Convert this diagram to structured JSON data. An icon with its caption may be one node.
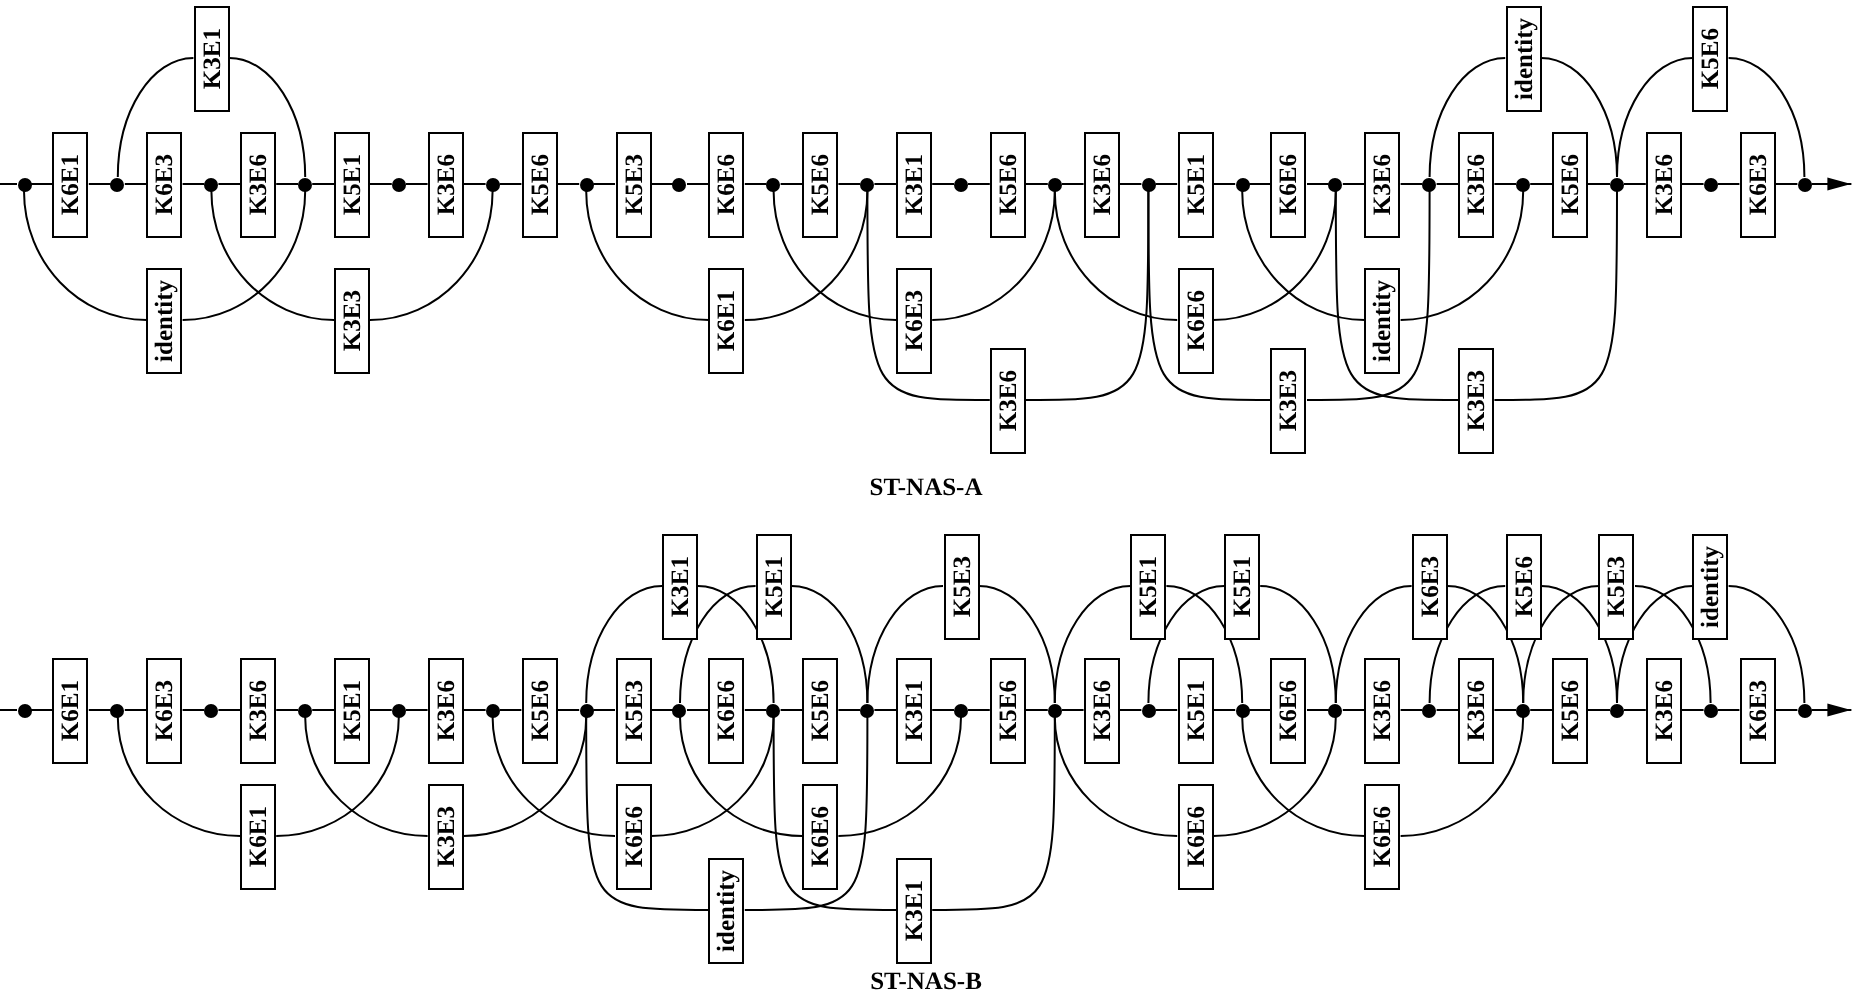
{
  "diagram": {
    "nodes": [
      {
        "text": [
          "K3E1"
        ]
      },
      {
        "text": [
          "identity"
        ]
      },
      {
        "text": [
          "K5E6"
        ]
      },
      {
        "text": [],
        "shape": "circle"
      },
      {
        "text": [
          "K6E1"
        ]
      },
      {
        "text": [],
        "shape": "circle"
      },
      {
        "text": [
          "K6E3"
        ]
      },
      {
        "text": [],
        "shape": "circle"
      },
      {
        "text": [
          "K3E6"
        ]
      },
      {
        "text": [],
        "shape": "circle"
      },
      {
        "text": [
          "K5E1"
        ]
      },
      {
        "text": [],
        "shape": "circle"
      },
      {
        "text": [
          "K3E6"
        ]
      },
      {
        "text": [],
        "shape": "circle"
      },
      {
        "text": [
          "K5E6"
        ]
      },
      {
        "text": [],
        "shape": "circle"
      },
      {
        "text": [
          "K5E3"
        ]
      },
      {
        "text": [],
        "shape": "circle"
      },
      {
        "text": [
          "K6E6"
        ]
      },
      {
        "text": [],
        "shape": "circle"
      },
      {
        "text": [
          "K5E6"
        ]
      },
      {
        "text": [],
        "shape": "circle"
      },
      {
        "text": [
          "K3E1"
        ]
      },
      {
        "text": [],
        "shape": "circle"
      },
      {
        "text": [
          "K5E6"
        ]
      },
      {
        "text": [],
        "shape": "circle"
      },
      {
        "text": [
          "K3E6"
        ]
      },
      {
        "text": [],
        "shape": "circle"
      },
      {
        "text": [
          "K5E1"
        ]
      },
      {
        "text": [],
        "shape": "circle"
      },
      {
        "text": [
          "K6E6"
        ]
      },
      {
        "text": [],
        "shape": "circle"
      },
      {
        "text": [
          "K3E6"
        ]
      },
      {
        "text": [],
        "shape": "circle"
      },
      {
        "text": [
          "K3E6"
        ]
      },
      {
        "text": [],
        "shape": "circle"
      },
      {
        "text": [
          "K5E6"
        ]
      },
      {
        "text": [],
        "shape": "circle"
      },
      {
        "text": [
          "K3E6"
        ]
      },
      {
        "text": [],
        "shape": "circle"
      },
      {
        "text": [
          "K6E3"
        ]
      },
      {
        "text": [],
        "shape": "circle"
      },
      {
        "text": [
          "identity"
        ]
      },
      {
        "text": [
          "K3E3"
        ]
      },
      {
        "text": [
          "K6E1"
        ]
      },
      {
        "text": [
          "K6E3"
        ]
      },
      {
        "text": [
          "K3E6"
        ]
      },
      {
        "text": [
          "K6E6"
        ]
      },
      {
        "text": [
          "K3E3"
        ]
      },
      {
        "text": [
          "identity"
        ]
      },
      {
        "text": [
          "K3E3"
        ]
      },
      {
        "text": [
          "K3E1"
        ]
      },
      {
        "text": [
          "K5E1"
        ]
      },
      {
        "text": [
          "K5E3"
        ]
      },
      {
        "text": [
          "K5E1"
        ]
      },
      {
        "text": [
          "K5E1"
        ]
      },
      {
        "text": [
          "K6E3"
        ]
      },
      {
        "text": [
          "K5E6"
        ]
      },
      {
        "text": [
          "K5E3"
        ]
      },
      {
        "text": [
          "identity"
        ]
      },
      {
        "text": [],
        "shape": "circle"
      },
      {
        "text": [
          "K6E1"
        ]
      },
      {
        "text": [],
        "shape": "circle"
      },
      {
        "text": [
          "K6E3"
        ]
      },
      {
        "text": [],
        "shape": "circle"
      },
      {
        "text": [
          "K3E6"
        ]
      },
      {
        "text": [],
        "shape": "circle"
      },
      {
        "text": [
          "K5E1"
        ]
      },
      {
        "text": [],
        "shape": "circle"
      },
      {
        "text": [
          "K3E6"
        ]
      },
      {
        "text": [],
        "shape": "circle"
      },
      {
        "text": [
          "K5E6"
        ]
      },
      {
        "text": [],
        "shape": "circle"
      },
      {
        "text": [
          "K5E3"
        ]
      },
      {
        "text": [],
        "shape": "circle"
      },
      {
        "text": [
          "K6E6"
        ]
      },
      {
        "text": [],
        "shape": "circle"
      },
      {
        "text": [
          "K5E6"
        ]
      },
      {
        "text": [],
        "shape": "circle"
      },
      {
        "text": [
          "K3E1"
        ]
      },
      {
        "text": [],
        "shape": "circle"
      },
      {
        "text": [
          "K5E6"
        ]
      },
      {
        "text": [],
        "shape": "circle"
      },
      {
        "text": [
          "K3E6"
        ]
      },
      {
        "text": [],
        "shape": "circle"
      },
      {
        "text": [
          "K5E1"
        ]
      },
      {
        "text": [],
        "shape": "circle"
      },
      {
        "text": [
          "K6E6"
        ]
      },
      {
        "text": [],
        "shape": "circle"
      },
      {
        "text": [
          "K3E6"
        ]
      },
      {
        "text": [],
        "shape": "circle"
      },
      {
        "text": [
          "K3E6"
        ]
      },
      {
        "text": [],
        "shape": "circle"
      },
      {
        "text": [
          "K5E6"
        ]
      },
      {
        "text": [],
        "shape": "circle"
      },
      {
        "text": [
          "K3E6"
        ]
      },
      {
        "text": [],
        "shape": "circle"
      },
      {
        "text": [
          "K6E3"
        ]
      },
      {
        "text": [],
        "shape": "circle"
      },
      {
        "text": [
          "K6E1"
        ]
      },
      {
        "text": [
          "K3E3"
        ]
      },
      {
        "text": [
          "K6E6"
        ]
      },
      {
        "text": [
          "identity"
        ]
      },
      {
        "text": [
          "K6E6"
        ]
      },
      {
        "text": [
          "K3E1"
        ]
      },
      {
        "text": [
          "K6E6"
        ]
      },
      {
        "text": [
          "K6E6"
        ]
      }
    ],
    "edges": [
      {
        "from": null,
        "to": 3,
        "arrow": "none"
      },
      {
        "from": 3,
        "to": 4,
        "arrow": "none"
      },
      {
        "from": 4,
        "to": 5,
        "arrow": "none"
      },
      {
        "from": 5,
        "to": 6,
        "arrow": "none"
      },
      {
        "from": 6,
        "to": 7,
        "arrow": "none"
      },
      {
        "from": 7,
        "to": 8,
        "arrow": "none"
      },
      {
        "from": 8,
        "to": 9,
        "arrow": "none"
      },
      {
        "from": 9,
        "to": 10,
        "arrow": "none"
      },
      {
        "from": 10,
        "to": 11,
        "arrow": "none"
      },
      {
        "from": 11,
        "to": 12,
        "arrow": "none"
      },
      {
        "from": 12,
        "to": 13,
        "arrow": "none"
      },
      {
        "from": 13,
        "to": 14,
        "arrow": "none"
      },
      {
        "from": 14,
        "to": 15,
        "arrow": "none"
      },
      {
        "from": 15,
        "to": 16,
        "arrow": "none"
      },
      {
        "from": 16,
        "to": 17,
        "arrow": "none"
      },
      {
        "from": 17,
        "to": 18,
        "arrow": "none"
      },
      {
        "from": 18,
        "to": 19,
        "arrow": "none"
      },
      {
        "from": 19,
        "to": 20,
        "arrow": "none"
      },
      {
        "from": 20,
        "to": 21,
        "arrow": "none"
      },
      {
        "from": 21,
        "to": 22,
        "arrow": "none"
      },
      {
        "from": 22,
        "to": 23,
        "arrow": "none"
      },
      {
        "from": 23,
        "to": 24,
        "arrow": "none"
      },
      {
        "from": 24,
        "to": 25,
        "arrow": "none"
      },
      {
        "from": 25,
        "to": 26,
        "arrow": "none"
      },
      {
        "from": 26,
        "to": 27,
        "arrow": "none"
      },
      {
        "from": 27,
        "to": 28,
        "arrow": "none"
      },
      {
        "from": 28,
        "to": 29,
        "arrow": "none"
      },
      {
        "from": 29,
        "to": 30,
        "arrow": "none"
      },
      {
        "from": 30,
        "to": 31,
        "arrow": "none"
      },
      {
        "from": 31,
        "to": 32,
        "arrow": "none"
      },
      {
        "from": 32,
        "to": 33,
        "arrow": "none"
      },
      {
        "from": 33,
        "to": 34,
        "arrow": "none"
      },
      {
        "from": 34,
        "to": 35,
        "arrow": "none"
      },
      {
        "from": 35,
        "to": 36,
        "arrow": "none"
      },
      {
        "from": 36,
        "to": 37,
        "arrow": "none"
      },
      {
        "from": 37,
        "to": 38,
        "arrow": "none"
      },
      {
        "from": 38,
        "to": 39,
        "arrow": "none"
      },
      {
        "from": 39,
        "to": 40,
        "arrow": "none"
      },
      {
        "from": 40,
        "to": 41,
        "arrow": "none"
      },
      {
        "from": 5,
        "to": 0,
        "arrow": "none"
      },
      {
        "from": 0,
        "to": 9,
        "arrow": "none"
      },
      {
        "from": 33,
        "to": 1,
        "arrow": "none"
      },
      {
        "from": 1,
        "to": 37,
        "arrow": "none"
      },
      {
        "from": 37,
        "to": 2,
        "arrow": "none"
      },
      {
        "from": 2,
        "to": 41,
        "arrow": "none"
      },
      {
        "from": 3,
        "to": 42,
        "arrow": "none"
      },
      {
        "from": 42,
        "to": 9,
        "arrow": "none"
      },
      {
        "from": 7,
        "to": 43,
        "arrow": "none"
      },
      {
        "from": 43,
        "to": 13,
        "arrow": "none"
      },
      {
        "from": 15,
        "to": 44,
        "arrow": "none"
      },
      {
        "from": 44,
        "to": 21,
        "arrow": "none"
      },
      {
        "from": 19,
        "to": 45,
        "arrow": "none"
      },
      {
        "from": 45,
        "to": 25,
        "arrow": "none"
      },
      {
        "from": 21,
        "to": 46,
        "arrow": "none"
      },
      {
        "from": 46,
        "to": 27,
        "arrow": "none"
      },
      {
        "from": 25,
        "to": 47,
        "arrow": "none"
      },
      {
        "from": 47,
        "to": 31,
        "arrow": "none"
      },
      {
        "from": 27,
        "to": 48,
        "arrow": "none"
      },
      {
        "from": 48,
        "to": 33,
        "arrow": "none"
      },
      {
        "from": 29,
        "to": 49,
        "arrow": "none"
      },
      {
        "from": 49,
        "to": 35,
        "arrow": "none"
      },
      {
        "from": 31,
        "to": 50,
        "arrow": "none"
      },
      {
        "from": 50,
        "to": 37,
        "arrow": "none"
      },
      {
        "from": 41,
        "to": null,
        "arrow": "to"
      },
      {
        "from": null,
        "to": 60,
        "arrow": "none"
      },
      {
        "from": 60,
        "to": 61,
        "arrow": "none"
      },
      {
        "from": 61,
        "to": 62,
        "arrow": "none"
      },
      {
        "from": 62,
        "to": 63,
        "arrow": "none"
      },
      {
        "from": 63,
        "to": 64,
        "arrow": "none"
      },
      {
        "from": 64,
        "to": 65,
        "arrow": "none"
      },
      {
        "from": 65,
        "to": 66,
        "arrow": "none"
      },
      {
        "from": 66,
        "to": 67,
        "arrow": "none"
      },
      {
        "from": 67,
        "to": 68,
        "arrow": "none"
      },
      {
        "from": 68,
        "to": 69,
        "arrow": "none"
      },
      {
        "from": 69,
        "to": 70,
        "arrow": "none"
      },
      {
        "from": 70,
        "to": 71,
        "arrow": "none"
      },
      {
        "from": 71,
        "to": 72,
        "arrow": "none"
      },
      {
        "from": 72,
        "to": 73,
        "arrow": "none"
      },
      {
        "from": 73,
        "to": 74,
        "arrow": "none"
      },
      {
        "from": 74,
        "to": 75,
        "arrow": "none"
      },
      {
        "from": 75,
        "to": 76,
        "arrow": "none"
      },
      {
        "from": 76,
        "to": 77,
        "arrow": "none"
      },
      {
        "from": 77,
        "to": 78,
        "arrow": "none"
      },
      {
        "from": 78,
        "to": 79,
        "arrow": "none"
      },
      {
        "from": 79,
        "to": 80,
        "arrow": "none"
      },
      {
        "from": 80,
        "to": 81,
        "arrow": "none"
      },
      {
        "from": 81,
        "to": 82,
        "arrow": "none"
      },
      {
        "from": 82,
        "to": 83,
        "arrow": "none"
      },
      {
        "from": 83,
        "to": 84,
        "arrow": "none"
      },
      {
        "from": 84,
        "to": 85,
        "arrow": "none"
      },
      {
        "from": 85,
        "to": 86,
        "arrow": "none"
      },
      {
        "from": 86,
        "to": 87,
        "arrow": "none"
      },
      {
        "from": 87,
        "to": 88,
        "arrow": "none"
      },
      {
        "from": 88,
        "to": 89,
        "arrow": "none"
      },
      {
        "from": 89,
        "to": 90,
        "arrow": "none"
      },
      {
        "from": 90,
        "to": 91,
        "arrow": "none"
      },
      {
        "from": 91,
        "to": 92,
        "arrow": "none"
      },
      {
        "from": 92,
        "to": 93,
        "arrow": "none"
      },
      {
        "from": 93,
        "to": 94,
        "arrow": "none"
      },
      {
        "from": 94,
        "to": 95,
        "arrow": "none"
      },
      {
        "from": 95,
        "to": 96,
        "arrow": "none"
      },
      {
        "from": 96,
        "to": 97,
        "arrow": "none"
      },
      {
        "from": 97,
        "to": 98,
        "arrow": "none"
      },
      {
        "from": 72,
        "to": 51,
        "arrow": "none"
      },
      {
        "from": 51,
        "to": 76,
        "arrow": "none"
      },
      {
        "from": 74,
        "to": 52,
        "arrow": "none"
      },
      {
        "from": 52,
        "to": 78,
        "arrow": "none"
      },
      {
        "from": 78,
        "to": 53,
        "arrow": "none"
      },
      {
        "from": 53,
        "to": 82,
        "arrow": "none"
      },
      {
        "from": 82,
        "to": 54,
        "arrow": "none"
      },
      {
        "from": 54,
        "to": 86,
        "arrow": "none"
      },
      {
        "from": 84,
        "to": 55,
        "arrow": "none"
      },
      {
        "from": 55,
        "to": 88,
        "arrow": "none"
      },
      {
        "from": 88,
        "to": 56,
        "arrow": "none"
      },
      {
        "from": 56,
        "to": 92,
        "arrow": "none"
      },
      {
        "from": 90,
        "to": 57,
        "arrow": "none"
      },
      {
        "from": 57,
        "to": 94,
        "arrow": "none"
      },
      {
        "from": 92,
        "to": 58,
        "arrow": "none"
      },
      {
        "from": 58,
        "to": 96,
        "arrow": "none"
      },
      {
        "from": 94,
        "to": 59,
        "arrow": "none"
      },
      {
        "from": 59,
        "to": 98,
        "arrow": "none"
      },
      {
        "from": 62,
        "to": 99,
        "arrow": "none"
      },
      {
        "from": 99,
        "to": 68,
        "arrow": "none"
      },
      {
        "from": 66,
        "to": 100,
        "arrow": "none"
      },
      {
        "from": 100,
        "to": 72,
        "arrow": "none"
      },
      {
        "from": 70,
        "to": 101,
        "arrow": "none"
      },
      {
        "from": 101,
        "to": 76,
        "arrow": "none"
      },
      {
        "from": 72,
        "to": 102,
        "arrow": "none"
      },
      {
        "from": 102,
        "to": 78,
        "arrow": "none"
      },
      {
        "from": 74,
        "to": 103,
        "arrow": "none"
      },
      {
        "from": 103,
        "to": 80,
        "arrow": "none"
      },
      {
        "from": 76,
        "to": 104,
        "arrow": "none"
      },
      {
        "from": 104,
        "to": 82,
        "arrow": "none"
      },
      {
        "from": 82,
        "to": 105,
        "arrow": "none"
      },
      {
        "from": 105,
        "to": 88,
        "arrow": "none"
      },
      {
        "from": 86,
        "to": 106,
        "arrow": "none"
      },
      {
        "from": 106,
        "to": 92,
        "arrow": "none"
      },
      {
        "from": 98,
        "to": null,
        "arrow": "to"
      }
    ],
    "labels": [
      "ST-NAS-A",
      "ST-NAS-B"
    ]
  }
}
